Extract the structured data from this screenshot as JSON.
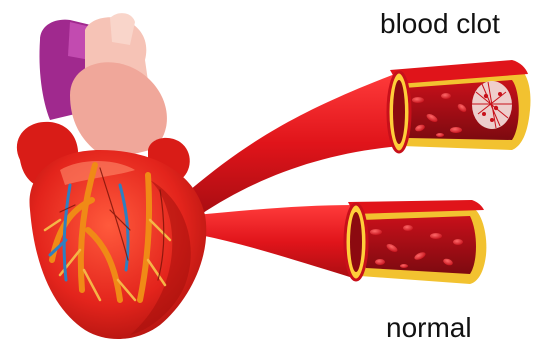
{
  "labels": {
    "clot": "blood clot",
    "normal": "normal"
  },
  "colors": {
    "vessel_red": "#e0141a",
    "vessel_dark": "#8c0a10",
    "vessel_wall": "#f2c230",
    "heart_red": "#e3241c",
    "heart_shadow": "#a5100d",
    "aorta_purple": "#a0298e",
    "pale_pink": "#f6c3b6",
    "coronary_orange": "#f08a16",
    "vein_blue": "#2f7fc1",
    "clot_white": "#f1d9d6"
  },
  "icons": [
    "heart-illustration",
    "vessel-clot-callout",
    "vessel-normal-callout",
    "blood-cell-icon",
    "clot-mesh-icon"
  ]
}
